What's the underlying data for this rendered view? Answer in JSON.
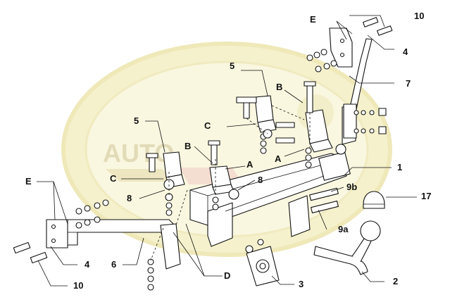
{
  "diagram": {
    "watermark": {
      "text": "AUTO",
      "colors": {
        "ring_outer": "#f3efc6",
        "ring_inner": "#f7f3d2",
        "text": "#d9d2aa",
        "accent": "#f2d1c8"
      }
    },
    "labels": [
      {
        "id": "lbl-10-top",
        "text": "10"
      },
      {
        "id": "lbl-E-top",
        "text": "E"
      },
      {
        "id": "lbl-4-top",
        "text": "4"
      },
      {
        "id": "lbl-7",
        "text": "7"
      },
      {
        "id": "lbl-5-top",
        "text": "5"
      },
      {
        "id": "lbl-B-top",
        "text": "B"
      },
      {
        "id": "lbl-C-mid",
        "text": "C"
      },
      {
        "id": "lbl-A-mid",
        "text": "A"
      },
      {
        "id": "lbl-5-left",
        "text": "5"
      },
      {
        "id": "lbl-B-left",
        "text": "B"
      },
      {
        "id": "lbl-A-left",
        "text": "A"
      },
      {
        "id": "lbl-C-left",
        "text": "C"
      },
      {
        "id": "lbl-8-left",
        "text": "8"
      },
      {
        "id": "lbl-8-mid",
        "text": "8"
      },
      {
        "id": "lbl-1",
        "text": "1"
      },
      {
        "id": "lbl-9b",
        "text": "9b"
      },
      {
        "id": "lbl-17",
        "text": "17"
      },
      {
        "id": "lbl-E-left",
        "text": "E"
      },
      {
        "id": "lbl-9a",
        "text": "9a"
      },
      {
        "id": "lbl-4-left",
        "text": "4"
      },
      {
        "id": "lbl-6",
        "text": "6"
      },
      {
        "id": "lbl-D",
        "text": "D"
      },
      {
        "id": "lbl-3",
        "text": "3"
      },
      {
        "id": "lbl-2",
        "text": "2"
      },
      {
        "id": "lbl-10-left",
        "text": "10"
      }
    ]
  }
}
